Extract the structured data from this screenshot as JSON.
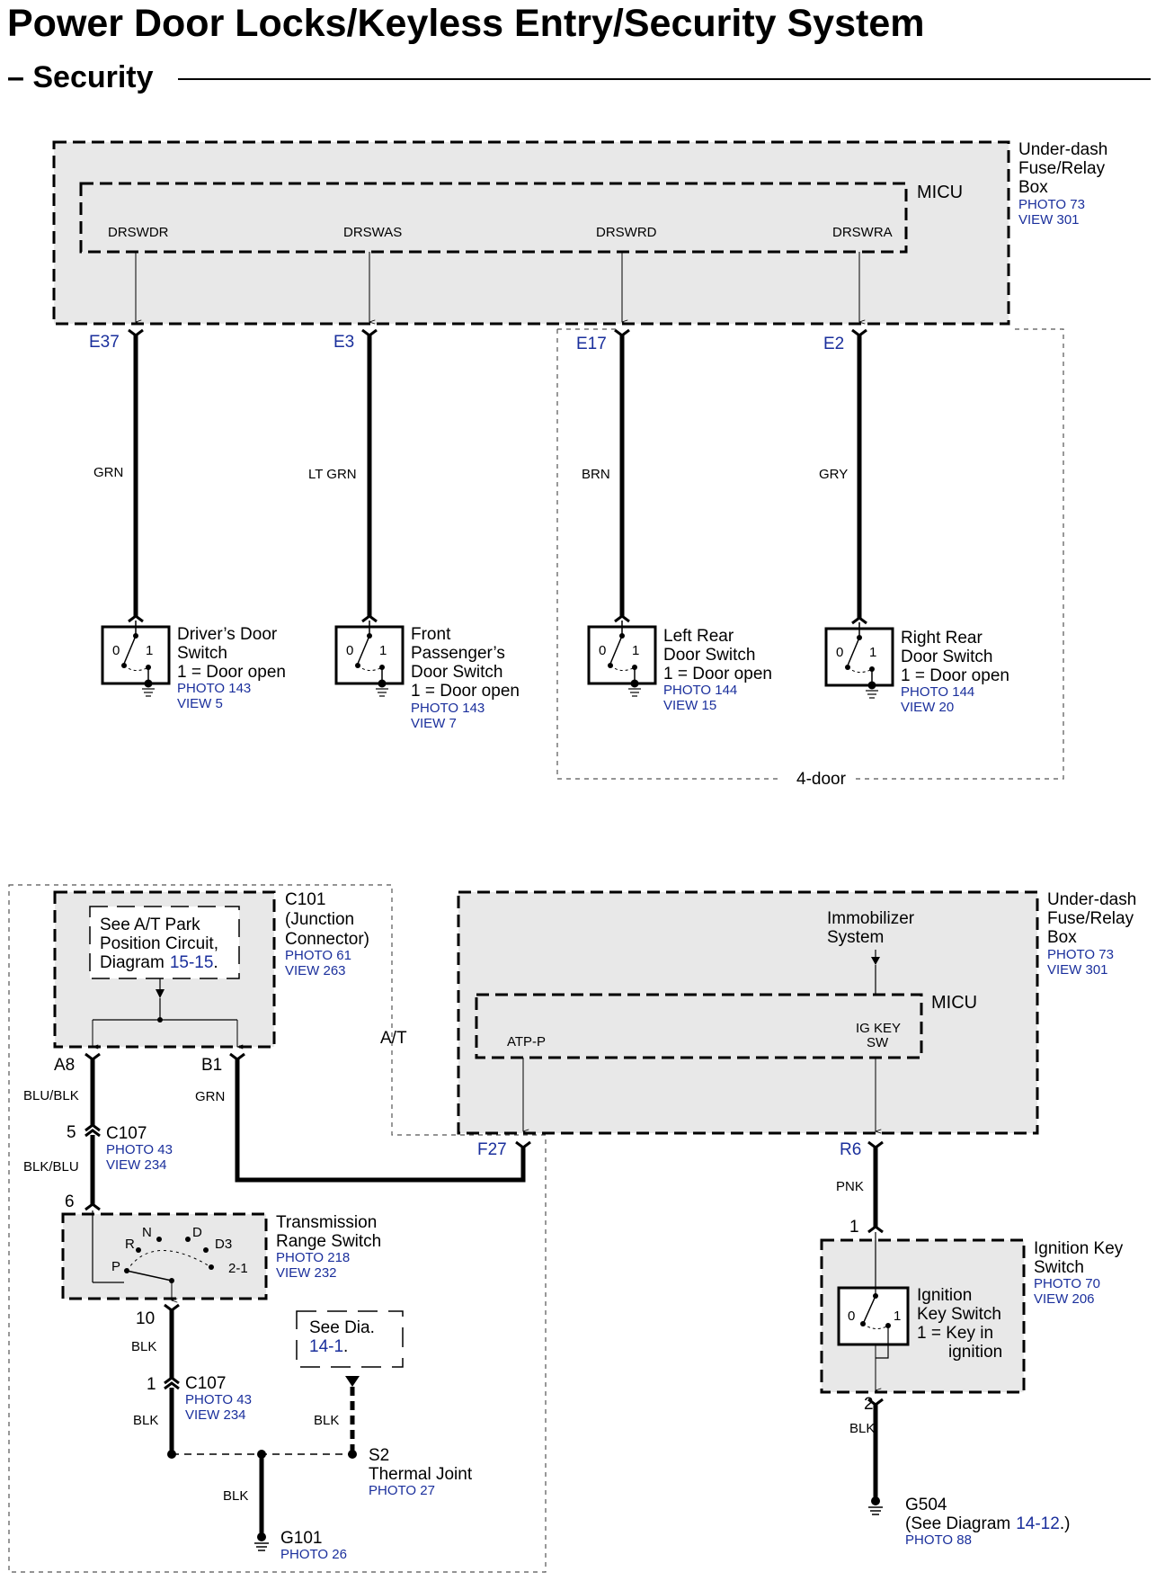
{
  "title": "Power Door Locks/Keyless Entry/Security System",
  "subtitle": "– Security",
  "top_box": {
    "label": [
      "Under-dash",
      "Fuse/Relay",
      "Box"
    ],
    "photo": "PHOTO 73",
    "view": "VIEW 301",
    "micu": "MICU",
    "terminals": [
      "DRSWDR",
      "DRSWAS",
      "DRSWRD",
      "DRSWRA"
    ]
  },
  "top_pins": [
    "E37",
    "E3",
    "E17",
    "E2"
  ],
  "top_wires": [
    "GRN",
    "LT GRN",
    "BRN",
    "GRY"
  ],
  "door_switches": [
    {
      "lines": [
        "Driver’s Door",
        "Switch",
        "1 = Door open"
      ],
      "photo": "PHOTO 143",
      "view": "VIEW 5"
    },
    {
      "lines": [
        "Front",
        "Passenger’s",
        "Door Switch",
        "1 = Door open"
      ],
      "photo": "PHOTO 143",
      "view": "VIEW 7"
    },
    {
      "lines": [
        "Left Rear",
        "Door Switch",
        "1 = Door open"
      ],
      "photo": "PHOTO 144",
      "view": "VIEW 15"
    },
    {
      "lines": [
        "Right Rear",
        "Door Switch",
        "1 = Door open"
      ],
      "photo": "PHOTO 144",
      "view": "VIEW 20"
    }
  ],
  "switch_pos": [
    "0",
    "1"
  ],
  "four_door": "4-door",
  "at_label": "A/T",
  "c101": {
    "lines": [
      "C101",
      "(Junction",
      "Connector)"
    ],
    "photo": "PHOTO 61",
    "view": "VIEW 263",
    "see_lines": [
      "See A/T Park",
      "Position Circuit,",
      "Diagram"
    ],
    "see_ref": "15-15",
    "see_dot": ".",
    "pins": [
      "A8",
      "B1"
    ]
  },
  "left_wires": {
    "blu_blk": "BLU/BLK",
    "grn": "GRN",
    "blk_blu": "BLK/BLU",
    "blk1": "BLK",
    "blk2": "BLK",
    "blk3": "BLK",
    "blk4": "BLK"
  },
  "c107_top": {
    "pin": "5",
    "name": "C107",
    "photo": "PHOTO 43",
    "view": "VIEW 234"
  },
  "pin6": "6",
  "trs": {
    "lines": [
      "Transmission",
      "Range Switch"
    ],
    "photo": "PHOTO 218",
    "view": "VIEW 232",
    "positions": [
      "P",
      "R",
      "N",
      "D",
      "D3",
      "2-1"
    ]
  },
  "pin10": "10",
  "c107_bot": {
    "pin": "1",
    "name": "C107",
    "photo": "PHOTO 43",
    "view": "VIEW 234"
  },
  "see_dia": {
    "line1": "See  Dia.",
    "ref": "14-1",
    "dot": "."
  },
  "s2": {
    "name": "S2",
    "desc": "Thermal Joint",
    "photo": "PHOTO 27"
  },
  "g101": {
    "name": "G101",
    "photo": "PHOTO 26"
  },
  "f27": "F27",
  "bottom_box": {
    "label": [
      "Under-dash",
      "Fuse/Relay",
      "Box"
    ],
    "photo": "PHOTO 73",
    "view": "VIEW 301",
    "micu": "MICU",
    "immobilizer": [
      "Immobilizer",
      "System"
    ],
    "atp": "ATP-P",
    "igkey": [
      "IG KEY",
      "SW"
    ]
  },
  "r6": "R6",
  "pnk": "PNK",
  "ign_pin1": "1",
  "ign_pin2": "2",
  "ign_blk": "BLK",
  "ignition": {
    "lines": [
      "Ignition Key",
      "Switch"
    ],
    "photo": "PHOTO 70",
    "view": "VIEW 206",
    "inner": [
      "Ignition",
      "Key Switch",
      "1 = Key in",
      "ignition"
    ]
  },
  "g504": {
    "name": "G504",
    "see": "(See Diagram",
    "ref": "14-12",
    "close": ".)",
    "photo": "PHOTO 88"
  }
}
